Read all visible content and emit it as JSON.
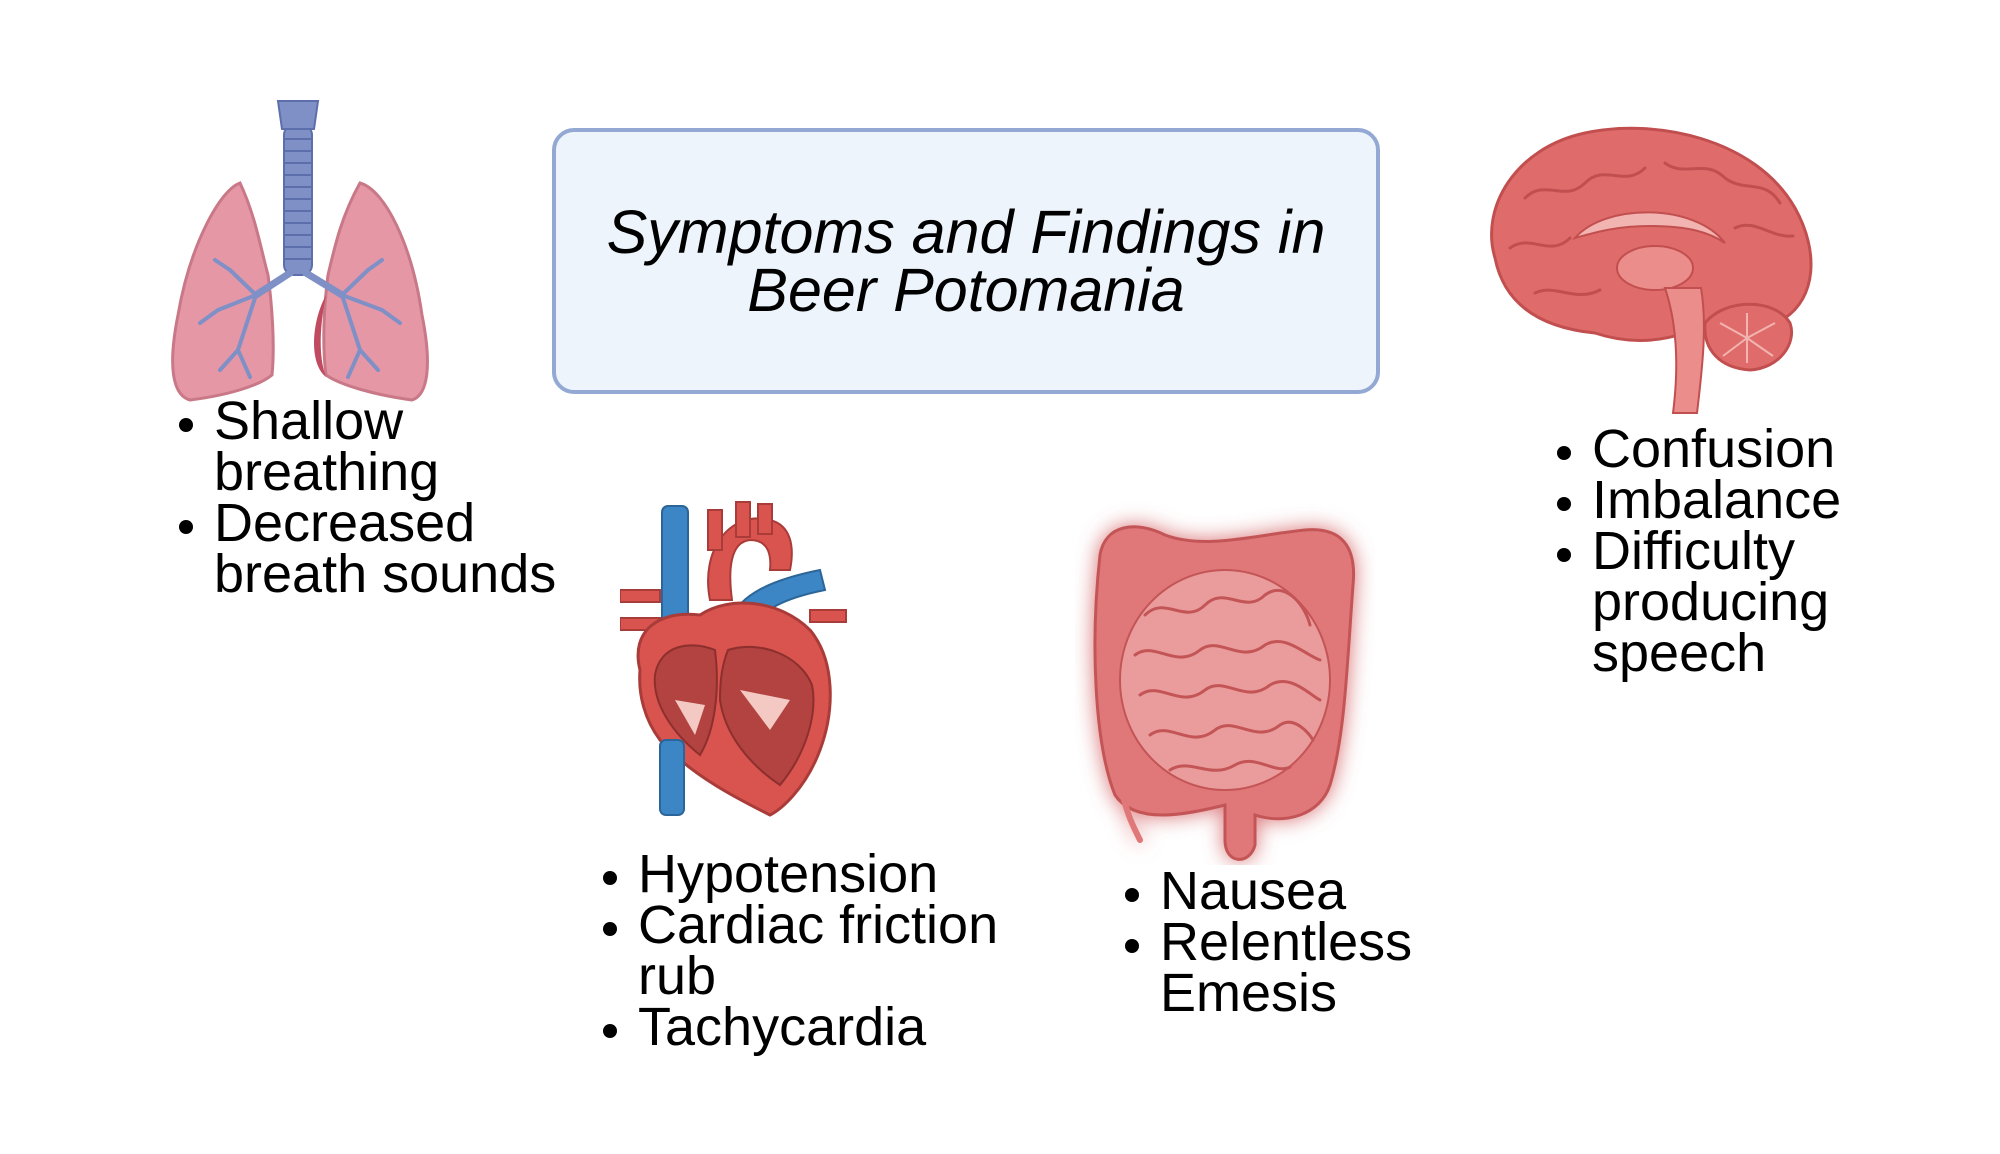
{
  "title": {
    "line1": "Symptoms and Findings in",
    "line2": "Beer Potomania"
  },
  "icons": {
    "lungs": "lungs-icon",
    "heart": "heart-icon",
    "intestines": "intestines-icon",
    "brain": "brain-icon"
  },
  "colors": {
    "title_fill": "#edf4fc",
    "title_border": "#93a9d3",
    "lung_pink": "#e597a6",
    "airway_blue": "#7f90c7",
    "heart_red": "#d9534f",
    "vessel_blue": "#3d86c6",
    "gut_red": "#e0787a",
    "brain_red": "#e06b6b"
  },
  "lungs": {
    "items": [
      {
        "text": "Shallow breathing"
      },
      {
        "text": "Decreased breath sounds"
      }
    ]
  },
  "heart": {
    "items": [
      {
        "text": "Hypotension"
      },
      {
        "text": "Cardiac friction rub"
      },
      {
        "text": "Tachycardia"
      }
    ]
  },
  "intestines": {
    "items": [
      {
        "text": "Nausea"
      },
      {
        "text": "Relentless Emesis"
      }
    ]
  },
  "brain": {
    "items": [
      {
        "text": "Confusion"
      },
      {
        "text": "Imbalance"
      },
      {
        "text": "Difficulty producing speech"
      }
    ]
  }
}
